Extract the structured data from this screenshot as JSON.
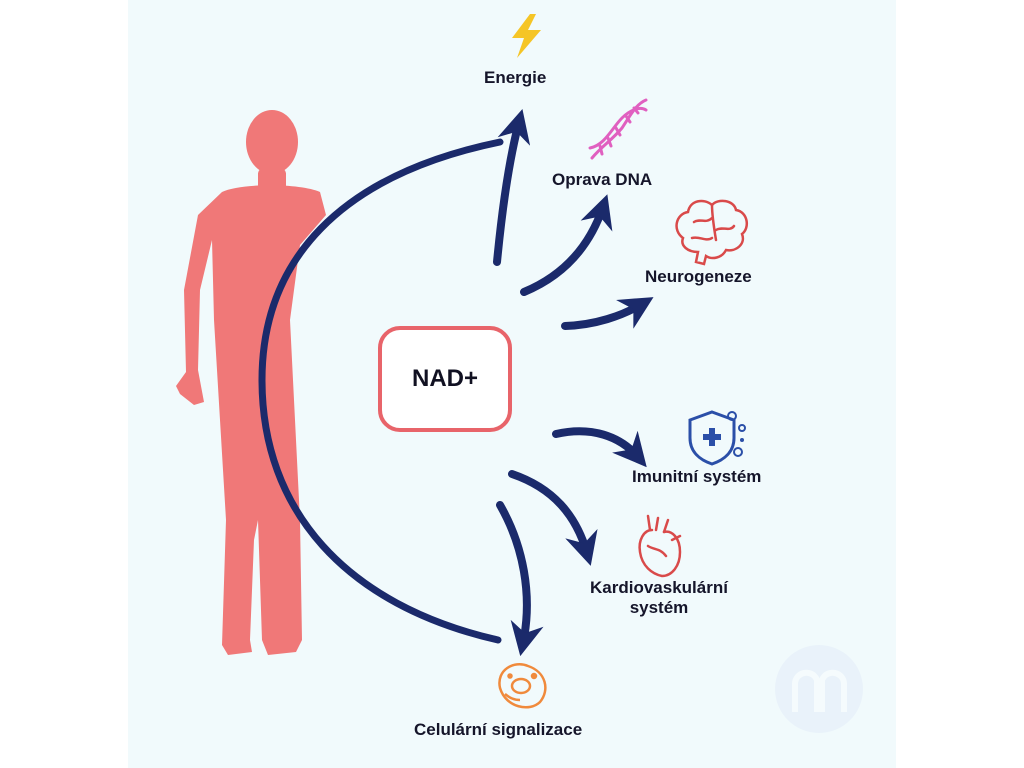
{
  "center": {
    "label": "NAD+"
  },
  "benefits": [
    {
      "label": "Energie",
      "icon": "lightning-icon"
    },
    {
      "label": "Oprava DNA",
      "icon": "dna-icon"
    },
    {
      "label": "Neurogeneze",
      "icon": "brain-icon"
    },
    {
      "label": "Imunitní systém",
      "icon": "immune-shield-icon"
    },
    {
      "label_line1": "Kardiovaskulární",
      "label_line2": "systém",
      "icon": "heart-icon"
    },
    {
      "label": "Celulární signalizace",
      "icon": "cell-icon"
    }
  ],
  "colors": {
    "background": "#f1fafc",
    "arrow": "#1b2a6b",
    "body_silhouette": "#f07878",
    "nad_border": "#e8646a",
    "energy_icon": "#f5c526",
    "dna_icon": "#e060c0",
    "brain_icon": "#d94a4a",
    "immune_icon": "#2b4fa8",
    "heart_icon": "#d94a4a",
    "cell_icon": "#f08a3c"
  }
}
